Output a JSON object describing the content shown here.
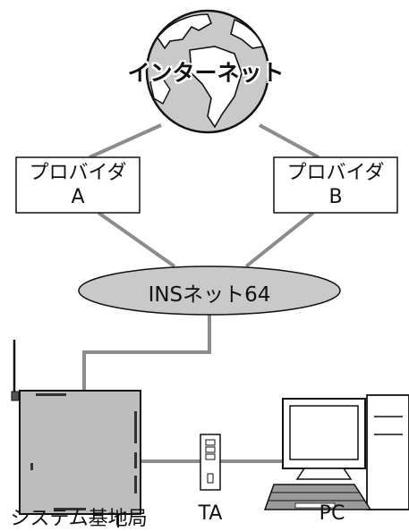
{
  "internet": {
    "label": "インターネット"
  },
  "providers": [
    {
      "line1": "プロバイダ",
      "line2": "A"
    },
    {
      "line1": "プロバイダ",
      "line2": "B"
    }
  ],
  "isdn": {
    "label": "INSネット64"
  },
  "devices": {
    "base_station": "システム基地局",
    "ta": "TA",
    "pc": "PC"
  }
}
